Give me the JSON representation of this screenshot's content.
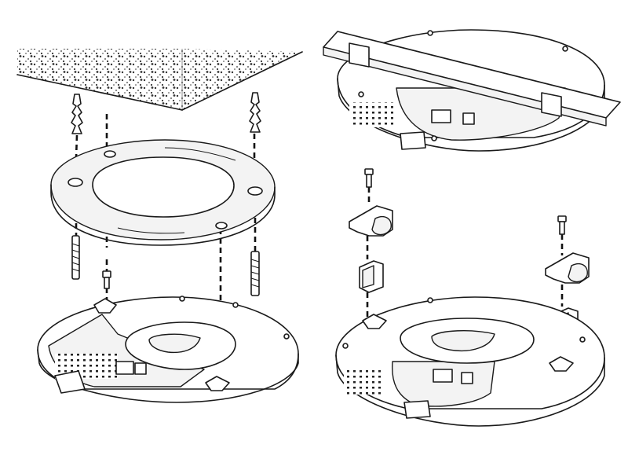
{
  "figure": {
    "panels": [
      {
        "id": "ceiling-mount-with-bracket"
      },
      {
        "id": "t-bar-rail-mount"
      },
      {
        "id": "t-bar-clip-mount"
      }
    ]
  }
}
